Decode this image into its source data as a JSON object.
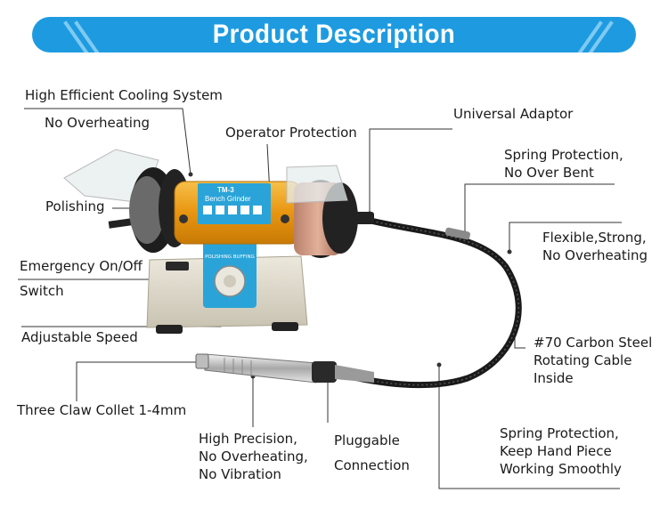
{
  "banner": {
    "title": "Product Description"
  },
  "labels": {
    "cooling_1": "High Efficient Cooling System",
    "cooling_2": "No Overheating",
    "operator": "Operator Protection",
    "adaptor": "Universal Adaptor",
    "spring_top_1": "Spring Protection,",
    "spring_top_2": "No Over Bent",
    "polishing": "Polishing",
    "flexible_1": "Flexible,Strong,",
    "flexible_2": "No Overheating",
    "emergency_1": "Emergency On/Off",
    "emergency_2": "Switch",
    "speed": "Adjustable Speed",
    "carbon_1": "#70 Carbon Steel",
    "carbon_2": "Rotating Cable",
    "carbon_3": "Inside",
    "collet": "Three Claw Collet 1-4mm",
    "precision_1": "High Precision,",
    "precision_2": "No Overheating,",
    "precision_3": "No Vibration",
    "pluggable_1": "Pluggable",
    "pluggable_2": "Connection",
    "spring_bottom_1": "Spring Protection,",
    "spring_bottom_2": "Keep Hand Piece",
    "spring_bottom_3": "Working Smoothly"
  },
  "product_label": {
    "model": "TM-3",
    "name": "Bench Grinder",
    "knob_text": "POLISHING BUFFING"
  },
  "colors": {
    "banner": "#1e9be0",
    "motor": "#f0a020",
    "label_plate": "#2aa4d8",
    "cable": "#1a1a1a",
    "base": "#ddd7c8"
  }
}
